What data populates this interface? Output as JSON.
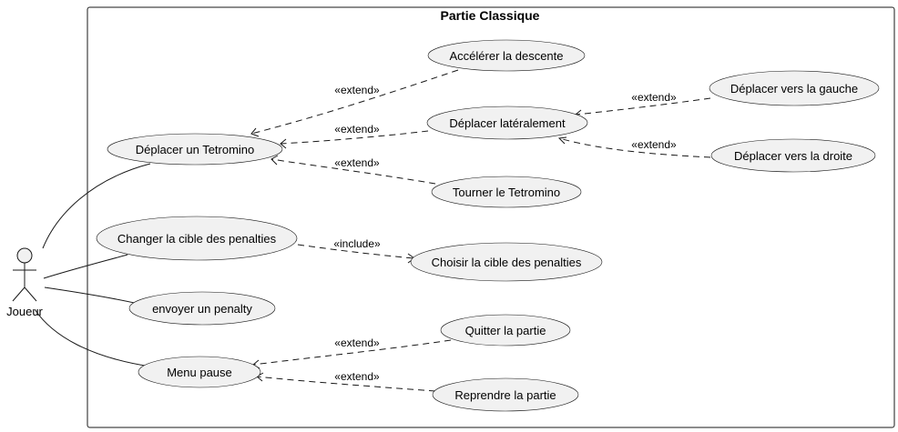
{
  "diagram": {
    "title": "Partie Classique",
    "actor": {
      "name": "Joueur"
    },
    "use_cases": {
      "deplacer_tetromino": "Déplacer un Tetromino",
      "accelerer": "Accélérer la descente",
      "deplacer_lateral": "Déplacer latéralement",
      "tourner": "Tourner le Tetromino",
      "gauche": "Déplacer vers la gauche",
      "droite": "Déplacer vers la droite",
      "changer_cible": "Changer la cible des penalties",
      "choisir_cible": "Choisir la cible des penalties",
      "envoyer_penalty": "envoyer un penalty",
      "menu_pause": "Menu pause",
      "quitter": "Quitter la partie",
      "reprendre": "Reprendre la partie"
    },
    "relations": {
      "extend_accelerer": "«extend»",
      "extend_lateral": "«extend»",
      "extend_tourner": "«extend»",
      "extend_gauche": "«extend»",
      "extend_droite": "«extend»",
      "include_choisir": "«include»",
      "extend_quitter": "«extend»",
      "extend_reprendre": "«extend»"
    }
  }
}
